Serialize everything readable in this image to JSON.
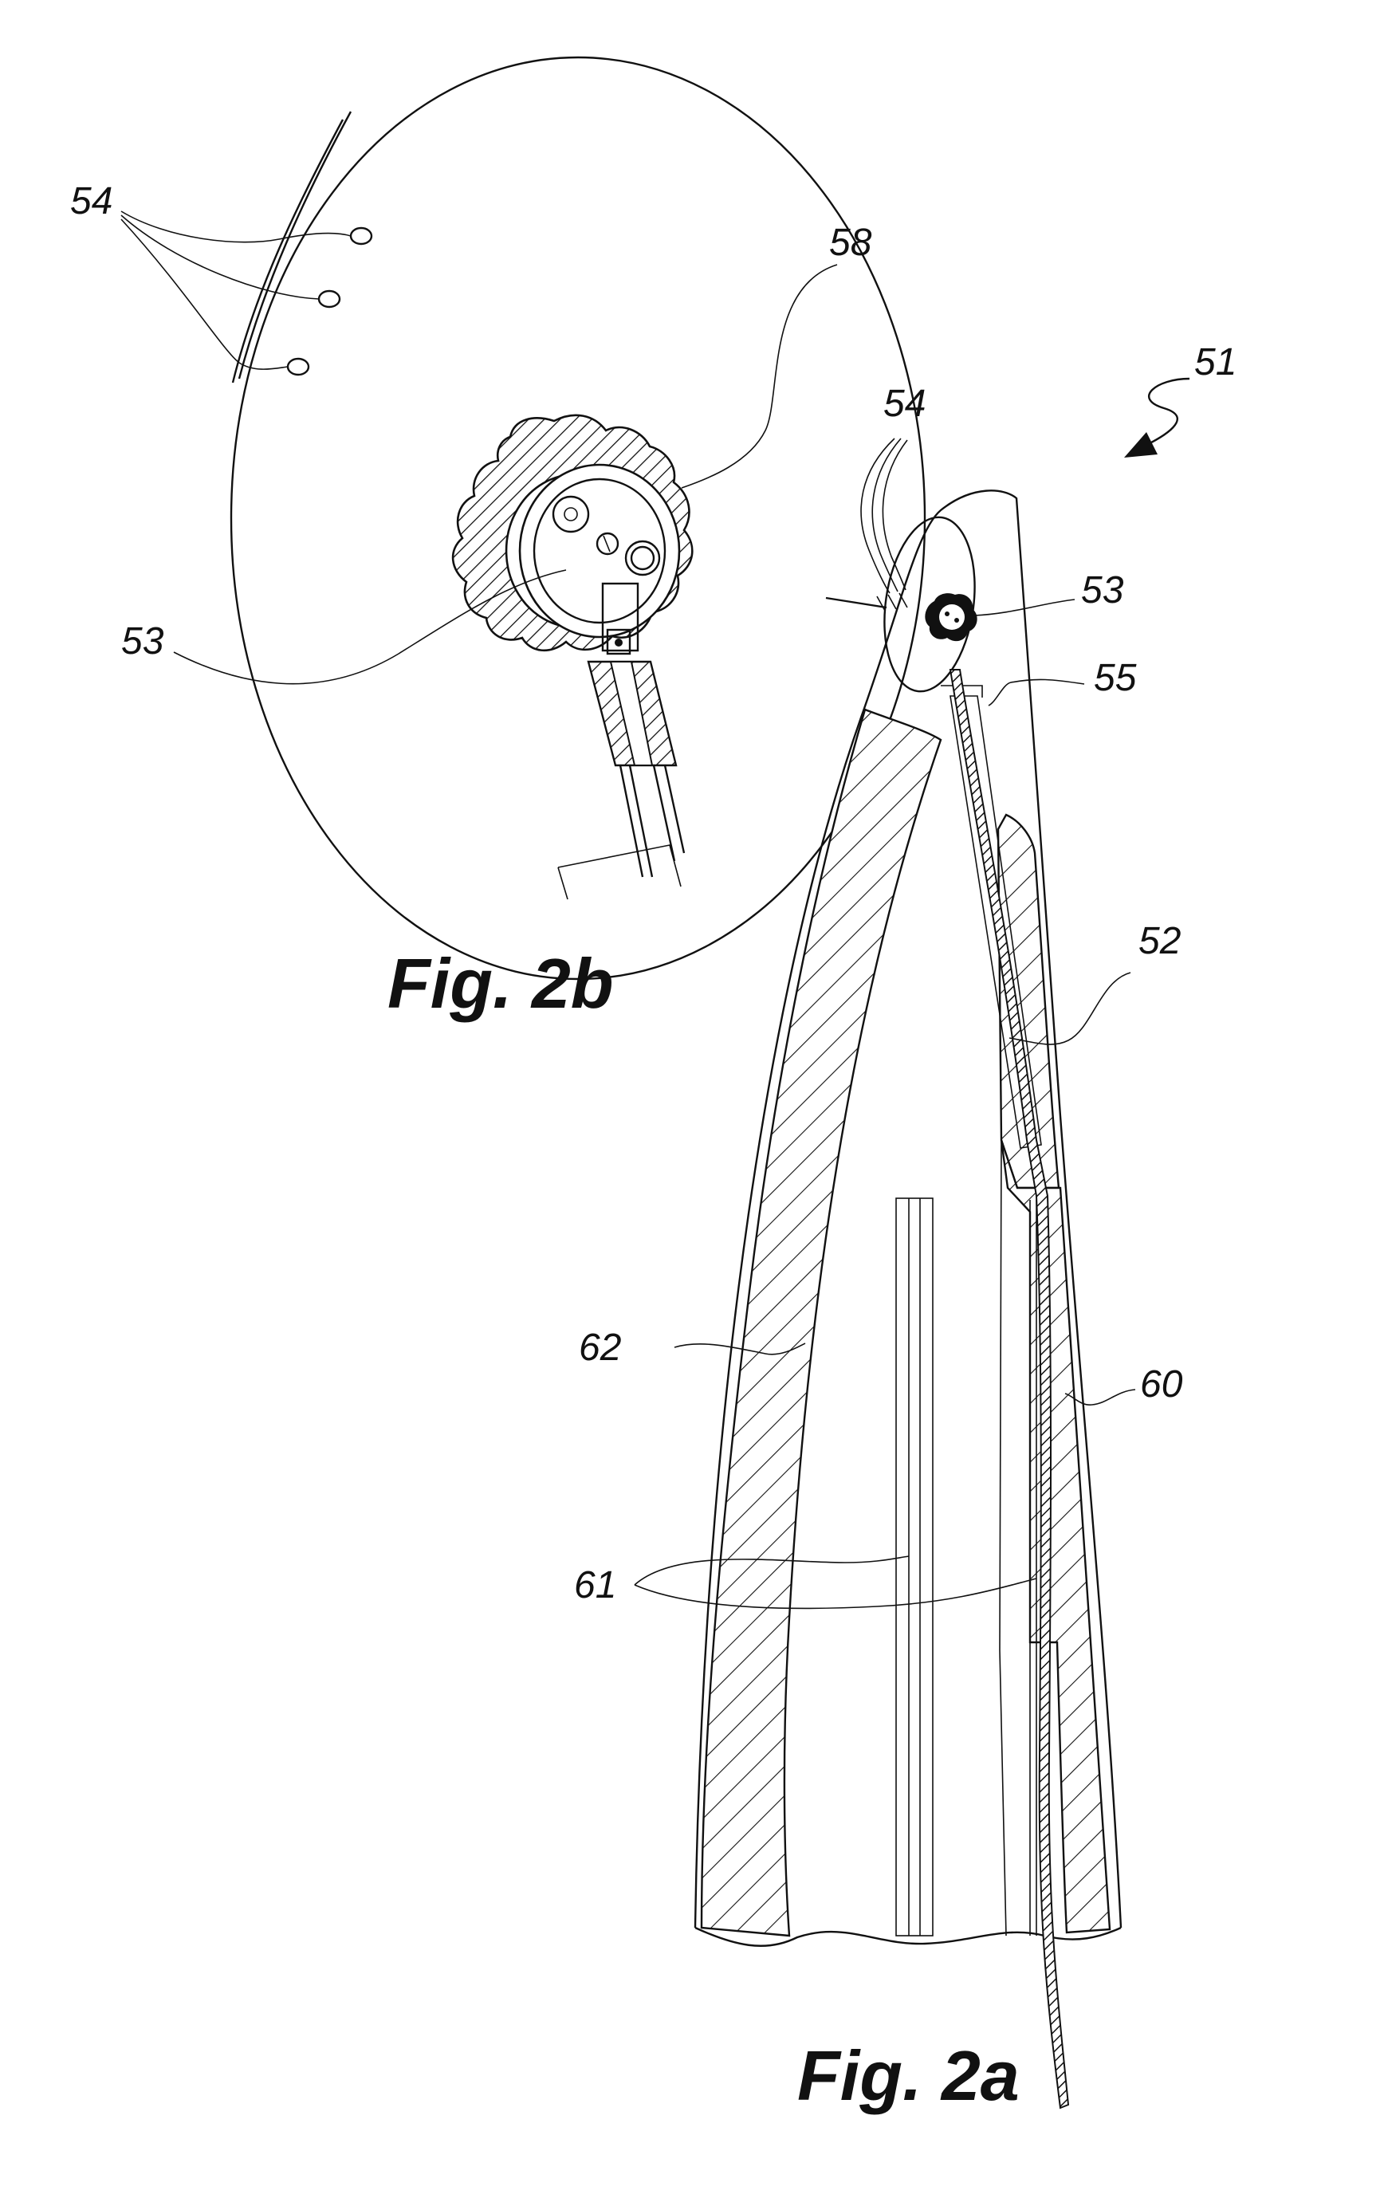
{
  "figures": {
    "fig_2a": "Fig. 2a",
    "fig_2b": "Fig. 2b"
  },
  "references": {
    "r51": "51",
    "r52": "52",
    "r53_detail": "53",
    "r53_main": "53",
    "r54_detail": "54",
    "r54_main": "54",
    "r55": "55",
    "r58": "58",
    "r60": "60",
    "r61": "61",
    "r62": "62"
  },
  "colors": {
    "ink": "#111111",
    "paper": "#ffffff"
  }
}
